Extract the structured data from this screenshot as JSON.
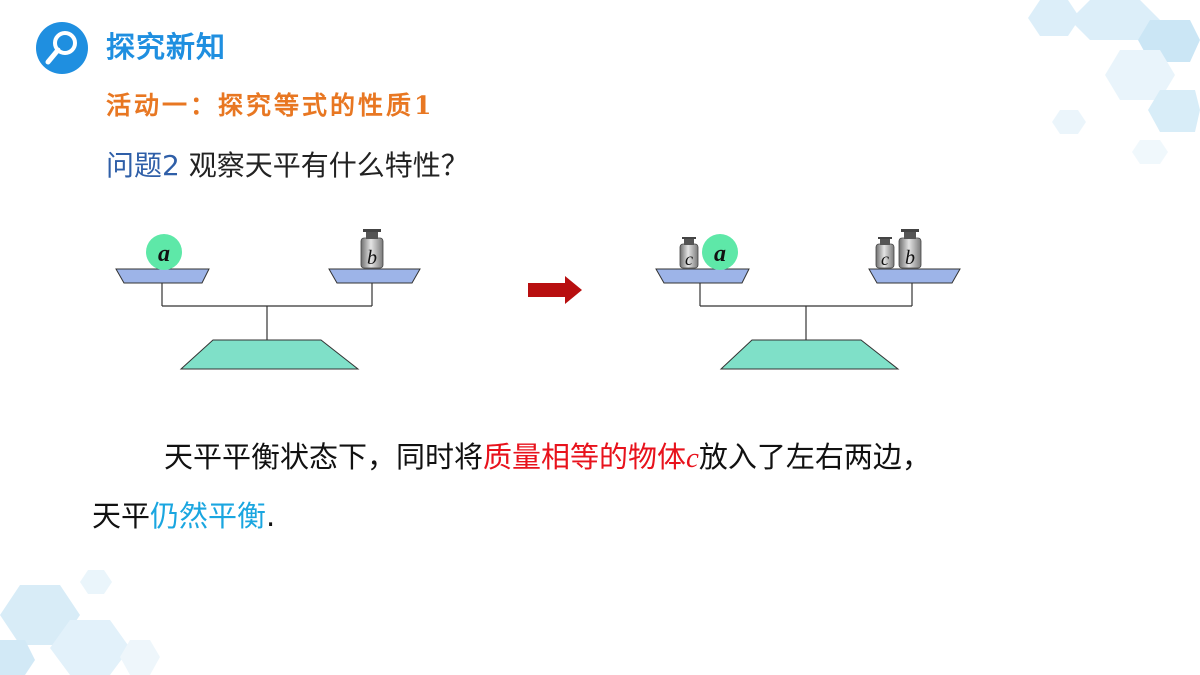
{
  "header": {
    "title": "探究新知",
    "icon": "magnifier-icon",
    "accent": "#1f8fe0"
  },
  "activity": {
    "title": "活动一：探究等式的性质1",
    "color": "#e87722"
  },
  "question": {
    "label": "问题2",
    "text": "观察天平有什么特性？"
  },
  "balances": {
    "left": {
      "left_pan": [
        {
          "kind": "ball",
          "label": "a"
        }
      ],
      "right_pan": [
        {
          "kind": "weight",
          "label": "b"
        }
      ]
    },
    "right": {
      "left_pan": [
        {
          "kind": "weight",
          "label": "c"
        },
        {
          "kind": "ball",
          "label": "a"
        }
      ],
      "right_pan": [
        {
          "kind": "weight",
          "label": "c"
        },
        {
          "kind": "weight",
          "label": "b"
        }
      ]
    },
    "arrow": "right-arrow-icon",
    "colors": {
      "ball": "#5ee8a8",
      "base": "#7fe0c8",
      "pan": "#9db4e8",
      "arrow": "#b80f10"
    }
  },
  "paragraph": {
    "p1": "天平平衡状态下，同时将",
    "p2": "质量相等的物体",
    "p3": "c",
    "p4": "放入了左右两边，",
    "p5": "天平",
    "p6": "仍然平衡",
    "p7": "."
  }
}
